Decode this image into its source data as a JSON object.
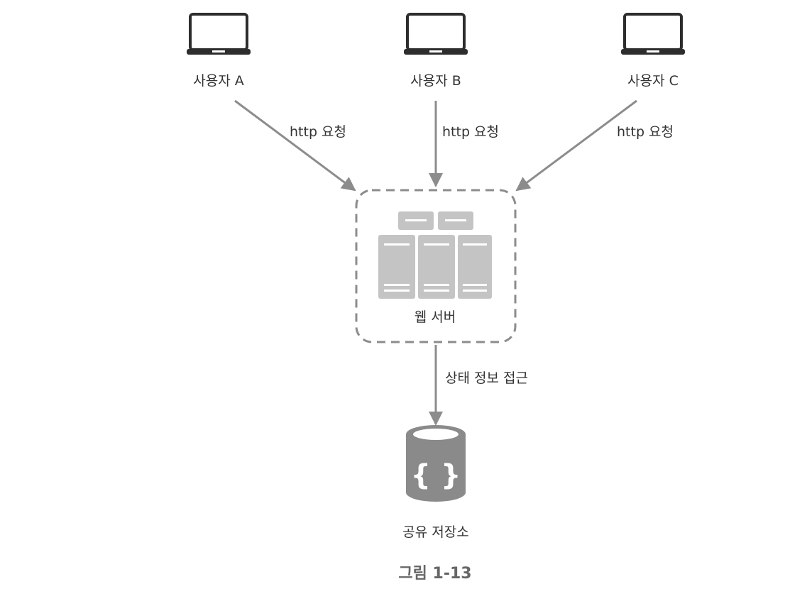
{
  "users": [
    {
      "label": "사용자 A"
    },
    {
      "label": "사용자 B"
    },
    {
      "label": "사용자 C"
    }
  ],
  "request_label": "http 요청",
  "server": {
    "label": "웹 서버"
  },
  "state_access_label": "상태 정보 접근",
  "storage": {
    "label": "공유 저장소",
    "symbol": "{ }"
  },
  "caption": "그림 1-13",
  "icons": [
    "laptop-icon",
    "server-icon",
    "database-icon"
  ],
  "colors": {
    "icon_dark": "#2d2d2d",
    "arrow": "#8c8c8c",
    "server_gray": "#c4c4c4",
    "database_gray": "#8a8a8a",
    "text": "#333333",
    "caption": "#666666"
  }
}
